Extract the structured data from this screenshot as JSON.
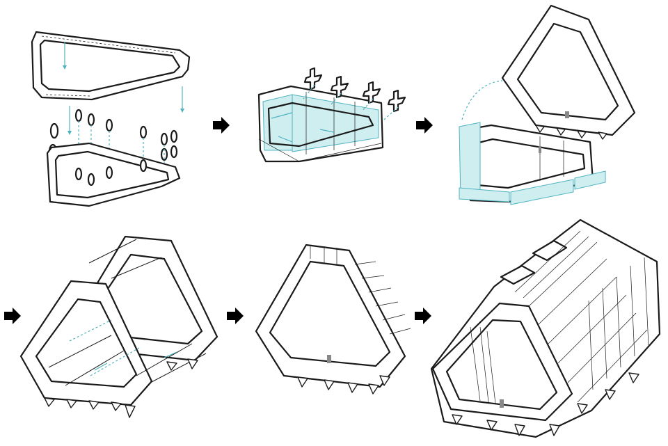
{
  "diagram": {
    "steps": [
      {
        "id": "step-1",
        "row": 1,
        "col": 1
      },
      {
        "id": "step-2",
        "row": 1,
        "col": 2
      },
      {
        "id": "step-3",
        "row": 1,
        "col": 3
      },
      {
        "id": "step-4",
        "row": 2,
        "col": 1
      },
      {
        "id": "step-5",
        "row": 2,
        "col": 2
      },
      {
        "id": "step-6",
        "row": 2,
        "col": 3
      }
    ],
    "connectors": [
      {
        "from": "step-1",
        "to": "step-2",
        "icon": "arrow-right-icon"
      },
      {
        "from": "step-2",
        "to": "step-3",
        "icon": "arrow-right-icon"
      },
      {
        "from": "step-3",
        "to": "step-4",
        "icon": "arrow-right-icon"
      },
      {
        "from": "step-4",
        "to": "step-5",
        "icon": "arrow-right-icon"
      },
      {
        "from": "step-5",
        "to": "step-6",
        "icon": "arrow-right-icon"
      }
    ],
    "colors": {
      "line": "#1a1a1a",
      "accent": "#4fb3bf",
      "panel_fill": "#cfeef0",
      "arrow": "#000000",
      "background": "#ffffff"
    }
  }
}
